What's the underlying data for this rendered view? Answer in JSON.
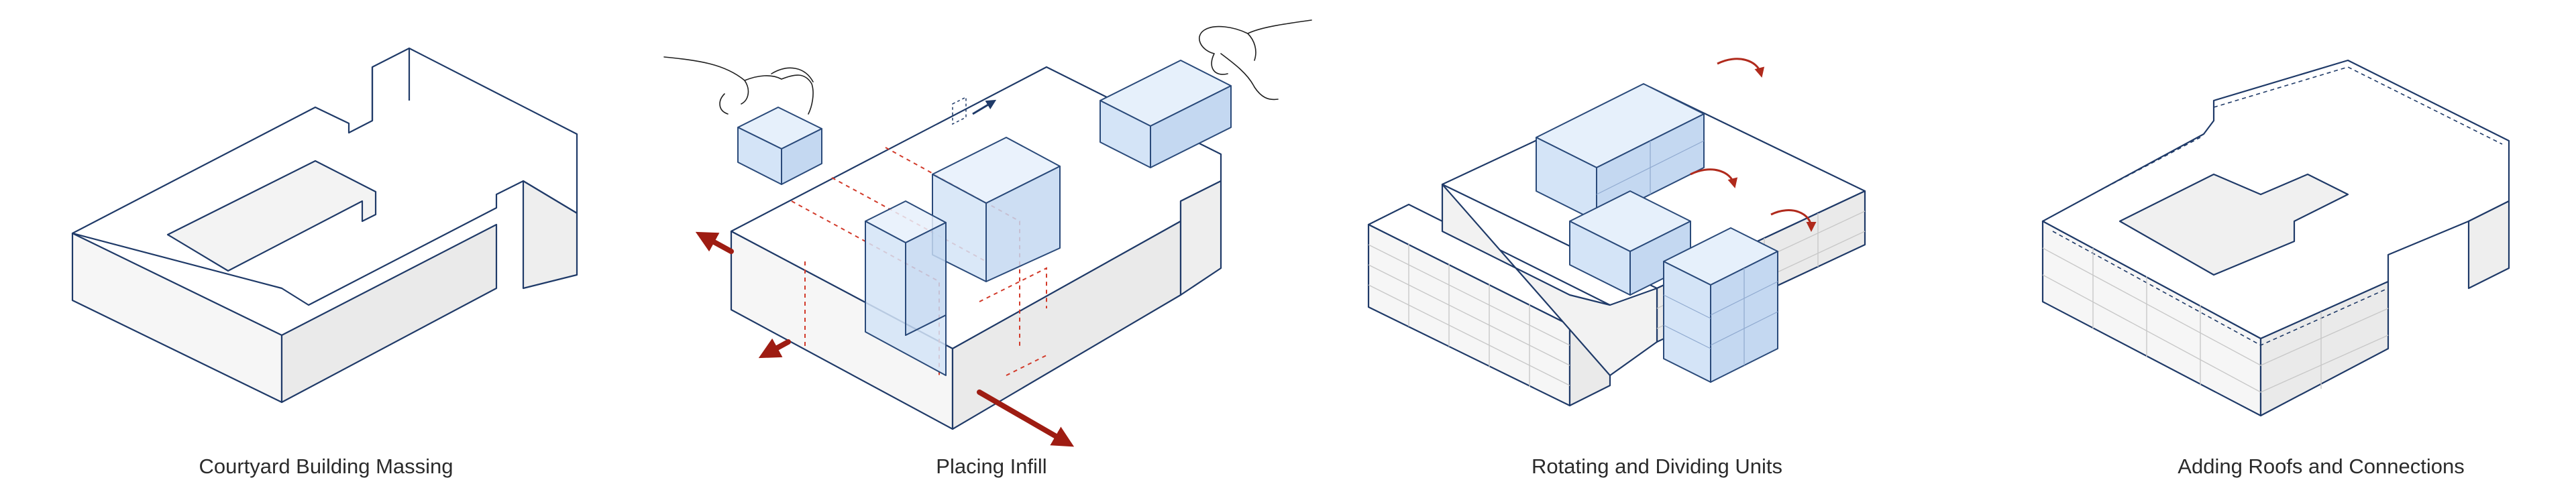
{
  "steps": [
    {
      "caption": "Courtyard Building Massing"
    },
    {
      "caption": "Placing Infill"
    },
    {
      "caption": "Rotating and Dividing Units"
    },
    {
      "caption": "Adding Roofs and Connections"
    }
  ],
  "colors": {
    "outline": "#1f3a68",
    "face_top": "#ffffff",
    "face_left": "#f6f6f6",
    "face_right": "#eaeaea",
    "infill_fill": "#d8e8fa",
    "infill_stroke": "#2a4a7a",
    "arrow_red": "#9e1c12",
    "guide_red": "#d23a2a",
    "grid_line": "#c8c8c8",
    "caption_text": "#2b2b2b"
  },
  "icons": [
    "hand-icon",
    "red-arrow-icon",
    "blue-arrow-icon",
    "rotation-arrow-icon"
  ]
}
